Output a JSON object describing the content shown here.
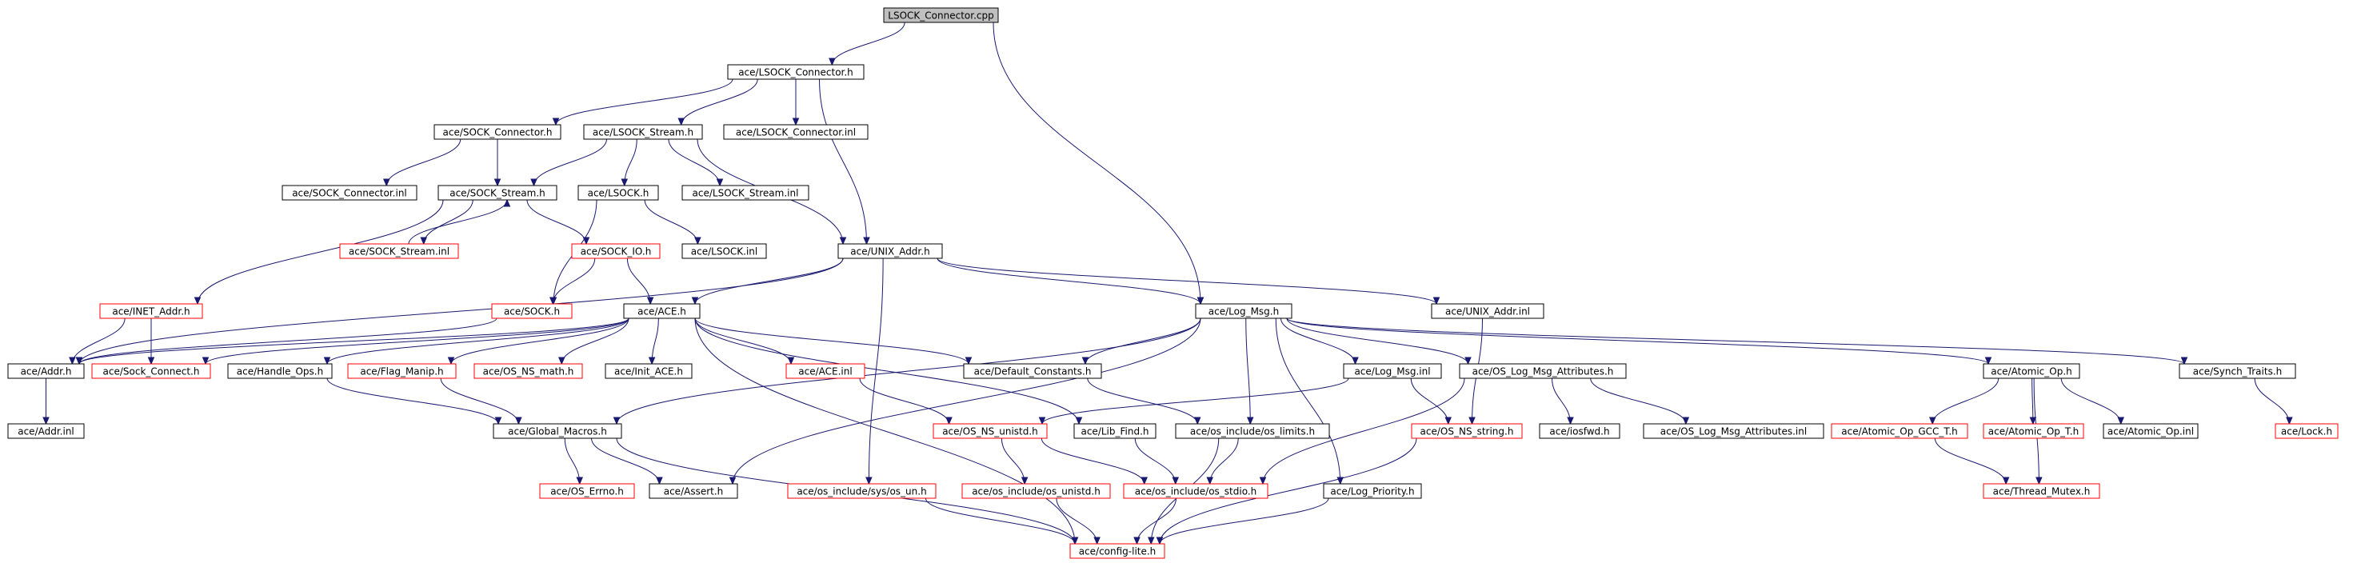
{
  "colors": {
    "edge": "#191970",
    "border_normal": "#000000",
    "border_incomplete": "#ff0000",
    "root_fill": "#bfbfbf",
    "node_fill": "#ffffff"
  },
  "diagram": {
    "nodes": [
      {
        "id": "root",
        "label": "LSOCK_Connector.cpp",
        "style": "root"
      },
      {
        "id": "lsockconnh",
        "label": "ace/LSOCK_Connector.h",
        "style": "normal"
      },
      {
        "id": "sockconnh",
        "label": "ace/SOCK_Connector.h",
        "style": "normal"
      },
      {
        "id": "lsockstreamh",
        "label": "ace/LSOCK_Stream.h",
        "style": "normal"
      },
      {
        "id": "lsockconninl",
        "label": "ace/LSOCK_Connector.inl",
        "style": "normal"
      },
      {
        "id": "sockconninl",
        "label": "ace/SOCK_Connector.inl",
        "style": "normal"
      },
      {
        "id": "sockstreamh",
        "label": "ace/SOCK_Stream.h",
        "style": "normal"
      },
      {
        "id": "lsockh",
        "label": "ace/LSOCK.h",
        "style": "normal"
      },
      {
        "id": "lsockstreaminl",
        "label": "ace/LSOCK_Stream.inl",
        "style": "normal"
      },
      {
        "id": "sockstreaminl",
        "label": "ace/SOCK_Stream.inl",
        "style": "red"
      },
      {
        "id": "sockioh",
        "label": "ace/SOCK_IO.h",
        "style": "red"
      },
      {
        "id": "lsockinl",
        "label": "ace/LSOCK.inl",
        "style": "normal"
      },
      {
        "id": "unixaddrh",
        "label": "ace/UNIX_Addr.h",
        "style": "normal"
      },
      {
        "id": "inetaddrh",
        "label": "ace/INET_Addr.h",
        "style": "red"
      },
      {
        "id": "sockh",
        "label": "ace/SOCK.h",
        "style": "red"
      },
      {
        "id": "aceh",
        "label": "ace/ACE.h",
        "style": "normal"
      },
      {
        "id": "logmsgh",
        "label": "ace/Log_Msg.h",
        "style": "normal"
      },
      {
        "id": "unixaddrinl",
        "label": "ace/UNIX_Addr.inl",
        "style": "normal"
      },
      {
        "id": "addrh",
        "label": "ace/Addr.h",
        "style": "normal"
      },
      {
        "id": "sockconnect",
        "label": "ace/Sock_Connect.h",
        "style": "red"
      },
      {
        "id": "handleops",
        "label": "ace/Handle_Ops.h",
        "style": "normal"
      },
      {
        "id": "flagmanip",
        "label": "ace/Flag_Manip.h",
        "style": "red"
      },
      {
        "id": "osnsmath",
        "label": "ace/OS_NS_math.h",
        "style": "red"
      },
      {
        "id": "initace",
        "label": "ace/Init_ACE.h",
        "style": "normal"
      },
      {
        "id": "aceinl",
        "label": "ace/ACE.inl",
        "style": "red"
      },
      {
        "id": "defconst",
        "label": "ace/Default_Constants.h",
        "style": "normal"
      },
      {
        "id": "logmsginl",
        "label": "ace/Log_Msg.inl",
        "style": "normal"
      },
      {
        "id": "oslogattr",
        "label": "ace/OS_Log_Msg_Attributes.h",
        "style": "normal"
      },
      {
        "id": "atomicoph",
        "label": "ace/Atomic_Op.h",
        "style": "normal"
      },
      {
        "id": "synchtraits",
        "label": "ace/Synch_Traits.h",
        "style": "normal"
      },
      {
        "id": "addrinl",
        "label": "ace/Addr.inl",
        "style": "normal"
      },
      {
        "id": "globalmacros",
        "label": "ace/Global_Macros.h",
        "style": "normal"
      },
      {
        "id": "osnsunistd",
        "label": "ace/OS_NS_unistd.h",
        "style": "red"
      },
      {
        "id": "libfind",
        "label": "ace/Lib_Find.h",
        "style": "normal"
      },
      {
        "id": "oslimits",
        "label": "ace/os_include/os_limits.h",
        "style": "normal"
      },
      {
        "id": "osnsstring",
        "label": "ace/OS_NS_string.h",
        "style": "red"
      },
      {
        "id": "iosfwd",
        "label": "ace/iosfwd.h",
        "style": "normal"
      },
      {
        "id": "oslogattrinl",
        "label": "ace/OS_Log_Msg_Attributes.inl",
        "style": "normal"
      },
      {
        "id": "atomicopgcc",
        "label": "ace/Atomic_Op_GCC_T.h",
        "style": "red"
      },
      {
        "id": "atomicopt",
        "label": "ace/Atomic_Op_T.h",
        "style": "red"
      },
      {
        "id": "atomicopinl",
        "label": "ace/Atomic_Op.inl",
        "style": "normal"
      },
      {
        "id": "lockh",
        "label": "ace/Lock.h",
        "style": "red"
      },
      {
        "id": "oserrno",
        "label": "ace/OS_Errno.h",
        "style": "red"
      },
      {
        "id": "asserth",
        "label": "ace/Assert.h",
        "style": "normal"
      },
      {
        "id": "ossysun",
        "label": "ace/os_include/sys/os_un.h",
        "style": "red"
      },
      {
        "id": "osunistd",
        "label": "ace/os_include/os_unistd.h",
        "style": "red"
      },
      {
        "id": "osstdio",
        "label": "ace/os_include/os_stdio.h",
        "style": "red"
      },
      {
        "id": "logpriority",
        "label": "ace/Log_Priority.h",
        "style": "normal"
      },
      {
        "id": "threadmutex",
        "label": "ace/Thread_Mutex.h",
        "style": "red"
      },
      {
        "id": "configlite",
        "label": "ace/config-lite.h",
        "style": "red"
      }
    ],
    "edges": [
      [
        "root",
        "lsockconnh"
      ],
      [
        "root",
        "logmsgh"
      ],
      [
        "lsockconnh",
        "sockconnh"
      ],
      [
        "lsockconnh",
        "lsockstreamh"
      ],
      [
        "lsockconnh",
        "lsockconninl"
      ],
      [
        "lsockconnh",
        "unixaddrh"
      ],
      [
        "sockconnh",
        "sockconninl"
      ],
      [
        "sockconnh",
        "sockstreamh"
      ],
      [
        "lsockstreamh",
        "sockstreamh"
      ],
      [
        "lsockstreamh",
        "lsockh"
      ],
      [
        "lsockstreamh",
        "lsockstreaminl"
      ],
      [
        "lsockstreamh",
        "unixaddrh"
      ],
      [
        "sockstreamh",
        "sockstreaminl"
      ],
      [
        "sockstreaminl",
        "sockstreamh"
      ],
      [
        "sockstreamh",
        "sockioh"
      ],
      [
        "sockstreamh",
        "inetaddrh"
      ],
      [
        "lsockh",
        "sockh"
      ],
      [
        "lsockh",
        "lsockinl"
      ],
      [
        "sockioh",
        "sockh"
      ],
      [
        "sockioh",
        "aceh"
      ],
      [
        "unixaddrh",
        "addrh"
      ],
      [
        "unixaddrh",
        "aceh"
      ],
      [
        "unixaddrh",
        "logmsgh"
      ],
      [
        "unixaddrh",
        "unixaddrinl"
      ],
      [
        "unixaddrh",
        "ossysun"
      ],
      [
        "inetaddrh",
        "addrh"
      ],
      [
        "inetaddrh",
        "sockconnect"
      ],
      [
        "sockh",
        "addrh"
      ],
      [
        "aceh",
        "addrh"
      ],
      [
        "aceh",
        "sockconnect"
      ],
      [
        "aceh",
        "handleops"
      ],
      [
        "aceh",
        "flagmanip"
      ],
      [
        "aceh",
        "osnsmath"
      ],
      [
        "aceh",
        "initace"
      ],
      [
        "aceh",
        "aceinl"
      ],
      [
        "aceh",
        "defconst"
      ],
      [
        "aceh",
        "libfind"
      ],
      [
        "aceh",
        "configlite"
      ],
      [
        "logmsgh",
        "defconst"
      ],
      [
        "logmsgh",
        "logmsginl"
      ],
      [
        "logmsgh",
        "oslogattr"
      ],
      [
        "logmsgh",
        "atomicoph"
      ],
      [
        "logmsgh",
        "synchtraits"
      ],
      [
        "logmsgh",
        "globalmacros"
      ],
      [
        "logmsgh",
        "oslimits"
      ],
      [
        "logmsgh",
        "asserth"
      ],
      [
        "logmsgh",
        "logpriority"
      ],
      [
        "unixaddrinl",
        "osnsstring"
      ],
      [
        "addrh",
        "addrinl"
      ],
      [
        "handleops",
        "globalmacros"
      ],
      [
        "flagmanip",
        "globalmacros"
      ],
      [
        "aceinl",
        "osnsunistd"
      ],
      [
        "defconst",
        "oslimits"
      ],
      [
        "logmsginl",
        "osnsunistd"
      ],
      [
        "logmsginl",
        "osnsstring"
      ],
      [
        "oslogattr",
        "iosfwd"
      ],
      [
        "oslogattr",
        "oslogattrinl"
      ],
      [
        "oslogattr",
        "osstdio"
      ],
      [
        "atomicoph",
        "atomicopgcc"
      ],
      [
        "atomicoph",
        "atomicopt"
      ],
      [
        "atomicoph",
        "atomicopinl"
      ],
      [
        "atomicoph",
        "threadmutex"
      ],
      [
        "synchtraits",
        "lockh"
      ],
      [
        "globalmacros",
        "oserrno"
      ],
      [
        "globalmacros",
        "asserth"
      ],
      [
        "globalmacros",
        "configlite"
      ],
      [
        "osnsunistd",
        "osunistd"
      ],
      [
        "osnsunistd",
        "osstdio"
      ],
      [
        "libfind",
        "osstdio"
      ],
      [
        "oslimits",
        "osstdio"
      ],
      [
        "oslimits",
        "configlite"
      ],
      [
        "osnsstring",
        "configlite"
      ],
      [
        "atomicopgcc",
        "threadmutex"
      ],
      [
        "ossysun",
        "configlite"
      ],
      [
        "osunistd",
        "configlite"
      ],
      [
        "osstdio",
        "configlite"
      ],
      [
        "logpriority",
        "configlite"
      ]
    ]
  }
}
